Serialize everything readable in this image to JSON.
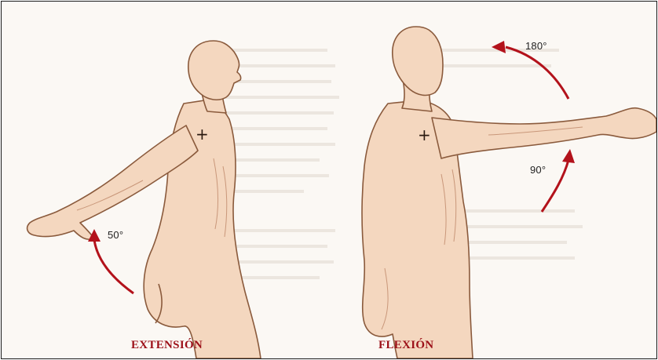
{
  "figures": {
    "extension": {
      "caption": "EXTENSIÓN",
      "angle": "50°"
    },
    "flexion": {
      "caption": "FLEXIÓN",
      "angle_low": "90°",
      "angle_high": "180°"
    }
  },
  "markers": {
    "joint": "+"
  },
  "colors": {
    "skin": "#f4d7bf",
    "skin_shade": "#e8bb9c",
    "outline": "#8a5a3c",
    "arrow": "#b3121b",
    "caption": "#9c1018",
    "background": "#fbf8f4"
  },
  "icons": {
    "extension_arrow": "curved-arrow-up-icon",
    "flexion_arrow_low": "curved-arrow-up-icon",
    "flexion_arrow_high": "curved-arrow-up-left-icon"
  }
}
